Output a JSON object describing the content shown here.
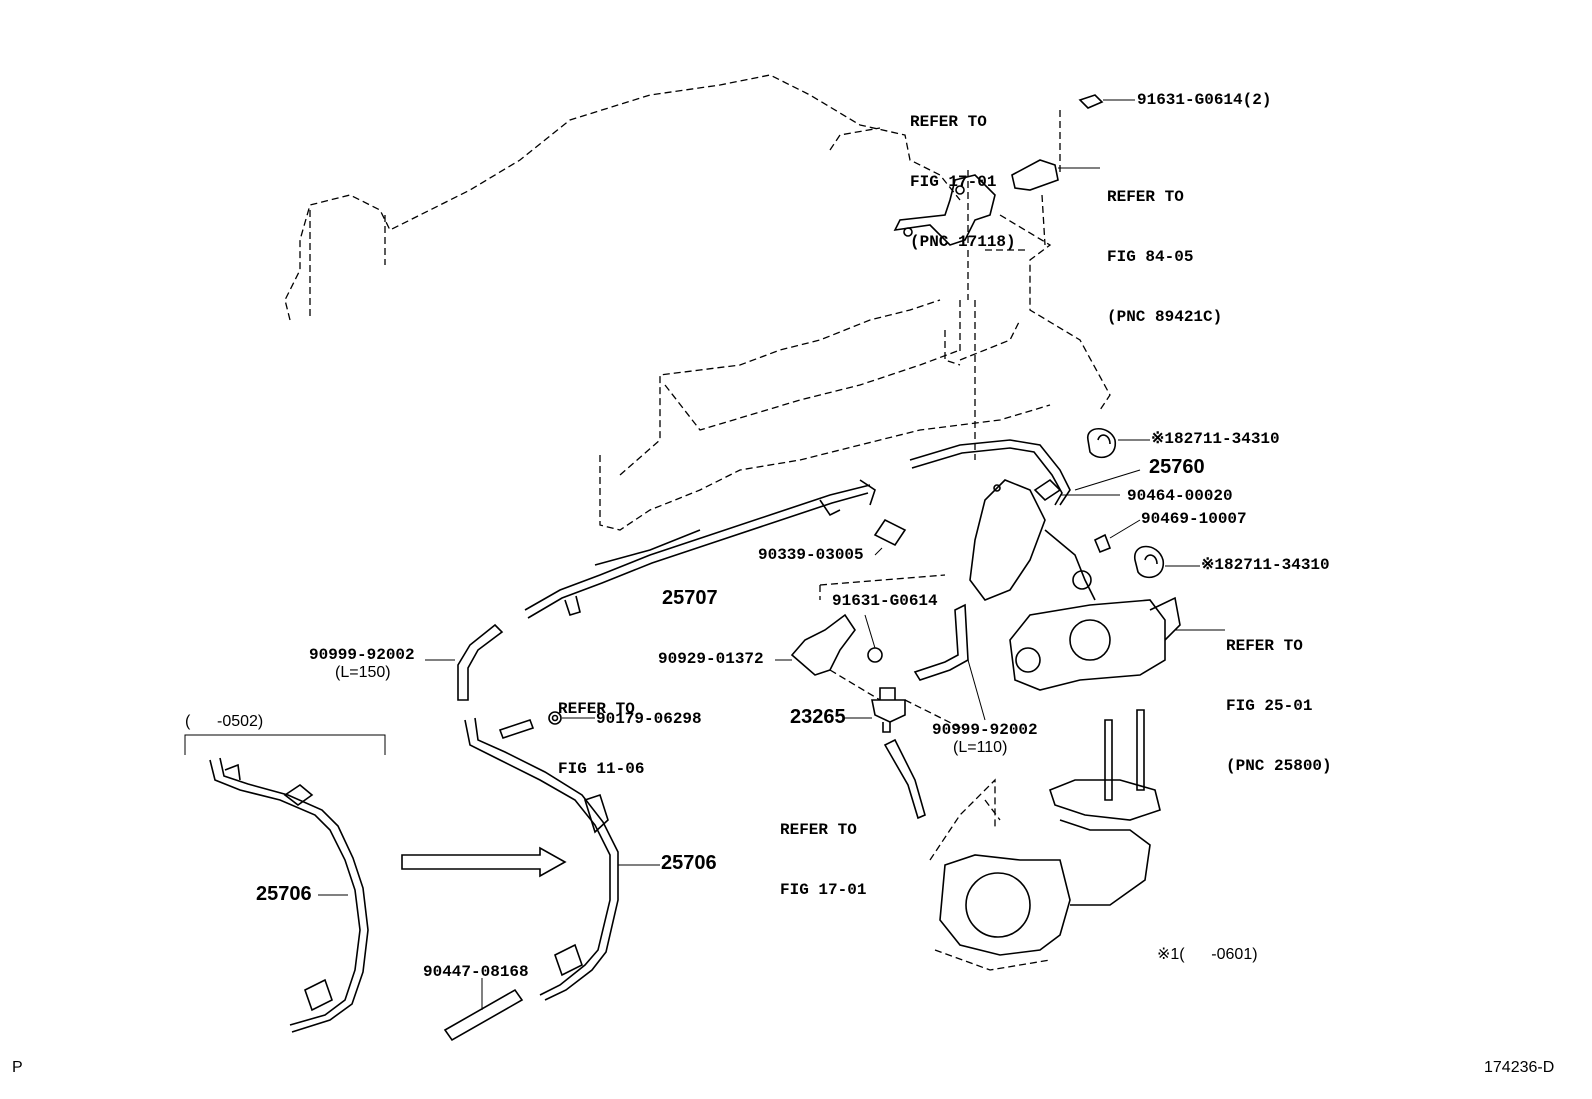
{
  "refs": {
    "fig_17_01_top": [
      "REFER TO",
      "FIG 17-01",
      "(PNC 17118)"
    ],
    "fig_84_05": [
      "REFER TO",
      "FIG 84-05",
      "(PNC 89421C)"
    ],
    "fig_25_01": [
      "REFER TO",
      "FIG 25-01",
      "(PNC 25800)"
    ],
    "fig_11_06": [
      "REFER TO",
      "FIG 11-06"
    ],
    "fig_17_01_bottom": [
      "REFER TO",
      "FIG 17-01"
    ]
  },
  "parts": {
    "bolt_91631_g0614_2": "91631-G0614(2)",
    "clamp_top": "※182711-34310",
    "pipe_25760": "25760",
    "part_90464_00020": "90464-00020",
    "part_90469_10007": "90469-10007",
    "clamp_mid": "※182711-34310",
    "hose_90339_03005": "90339-03005",
    "pipe_25707": "25707",
    "bolt_91631_g0614": "91631-G0614",
    "bracket_90929_01372": "90929-01372",
    "hose_90999_92002_a": "90999-92002",
    "hose_90999_92002_a_len": "(L=150)",
    "nut_90179_06298": "90179-06298",
    "vsv_23265": "23265",
    "hose_90999_92002_b": "90999-92002",
    "hose_90999_92002_b_len": "(L=110)",
    "pipe_25706_old": "25706",
    "pipe_25706_new": "25706",
    "hose_90447_08168": "90447-08168"
  },
  "notes": {
    "date_range_old": "(      -0502)",
    "footnote": "※1(      -0601)"
  },
  "footer": {
    "left_code": "P",
    "right_code": "174236-D"
  }
}
